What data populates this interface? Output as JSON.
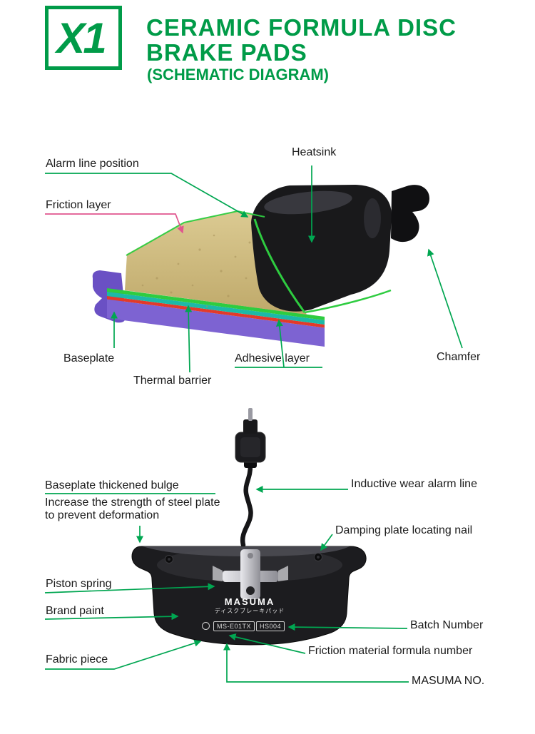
{
  "colors": {
    "brand_green": "#009b48",
    "leader_green": "#00a651",
    "leader_pink": "#e0568e",
    "alarm_green": "#2ecc40",
    "friction_tan": "#cdb97e",
    "thermal_teal": "#1cb9a8",
    "adhesive_red": "#e23a2a",
    "baseplate_purple": "#7d63d2",
    "text_dark": "#1b1b1b"
  },
  "header": {
    "logo": "X1",
    "title_line1": "CERAMIC FORMULA DISC",
    "title_line2": "BRAKE PADS",
    "subtitle": "(SCHEMATIC DIAGRAM)"
  },
  "top_diagram": {
    "alarm_line_position": "Alarm line position",
    "heatsink": "Heatsink",
    "friction_layer": "Friction layer",
    "baseplate": "Baseplate",
    "thermal_barrier": "Thermal barrier",
    "adhesive_layer": "Adhesive layer",
    "chamfer": "Chamfer"
  },
  "bottom_diagram": {
    "bulge_title": "Baseplate thickened bulge",
    "bulge_desc": "Increase the strength of steel plate to prevent deformation",
    "inductive_wear_alarm_line": "Inductive wear alarm line",
    "damping_plate_locating_nail": "Damping plate locating nail",
    "piston_spring": "Piston spring",
    "brand_paint": "Brand paint",
    "batch_number": "Batch Number",
    "fabric_piece": "Fabric piece",
    "friction_material_formula_number": "Friction material formula number",
    "masuma_no": "MASUMA NO.",
    "pad_print": {
      "brand": "MASUMA",
      "brand_sub": "ディスクブレーキパッド",
      "part_code": "MS-E01TX",
      "batch_code": "HS004"
    }
  }
}
